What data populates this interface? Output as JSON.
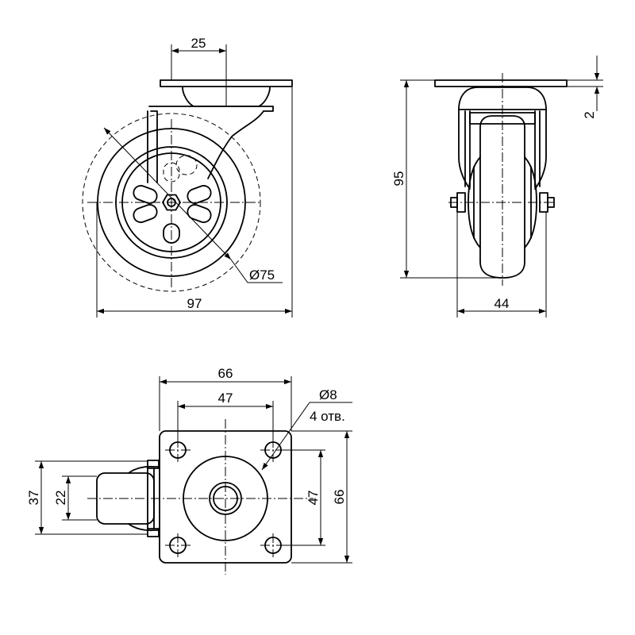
{
  "side_view": {
    "dim_offset": "25",
    "dim_diameter": "Ø75",
    "dim_height": "97"
  },
  "front_view": {
    "dim_height": "95",
    "dim_plate_thickness": "2",
    "dim_width": "44"
  },
  "top_view": {
    "dim_plate_width": "66",
    "dim_hole_spacing_x": "47",
    "dim_hole_diameter": "Ø8",
    "dim_hole_count": "4 отв.",
    "dim_hole_spacing_y": "47",
    "dim_plate_height": "66",
    "dim_wheel_width": "37",
    "dim_wheel_inner": "22"
  }
}
